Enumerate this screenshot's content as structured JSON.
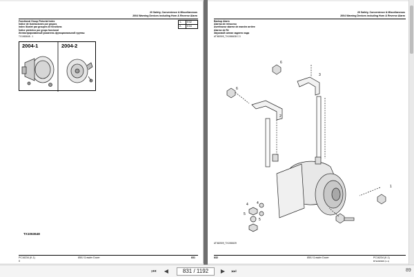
{
  "left_page": {
    "header_line1": "20 Safety, Convenience & Miscellaneous",
    "header_line2": "2004 Warning Devices including Horn & Reverse Alarm",
    "index_titles": [
      "Functional Group Pictorial Index",
      "Índice de ilustraciones por grupos",
      "Index illustré par groupes de fonctions",
      "Índice pictórico por grupo funcional",
      "Иллюстрированный указатель функциональной группы"
    ],
    "index_table": [
      {
        "mark": "1-",
        "page": "E32"
      },
      {
        "mark": "2-",
        "page": "E34"
      }
    ],
    "figure_ref": "TX1063648 - 1",
    "fig_label_1": "2004-1",
    "fig_label_2": "2004-2",
    "image_code": "TX1063648",
    "footer_left": "PC16234   (K.1)",
    "footer_left_2": "0",
    "footer_center": "850J Crawler Dozer",
    "footer_right": "831"
  },
  "right_page": {
    "header_line1": "20 Safety, Convenience & Miscellaneous",
    "header_line2": "2004 Warning Devices including Horn & Reverse Alarm",
    "titles": [
      "Backup Alarm",
      "Alarma de retroceso",
      "Avertisseur alarme de marche arrière",
      "Alarme de Ré",
      "Звуковой сигнал заднего хода"
    ],
    "figure_ref": "AT362509_TX1065438 C.3",
    "figure_bottom_ref": "AT362509_TX1065439",
    "callouts": [
      "6",
      "6",
      "2",
      "3",
      "1",
      "4",
      "5",
      "4",
      "5"
    ],
    "footer_left": "832",
    "footer_center": "850J Crawler Dozer",
    "footer_right": "PC16234   (K.1)",
    "footer_right_2": "BTE038908 (1-1)"
  },
  "toolbar": {
    "first_icon": "first-page-icon",
    "prev_icon": "previous-page-icon",
    "page_value": "831 / 1192",
    "next_icon": "next-page-icon",
    "last_icon": "last-page-icon",
    "zoom_value": "89"
  }
}
